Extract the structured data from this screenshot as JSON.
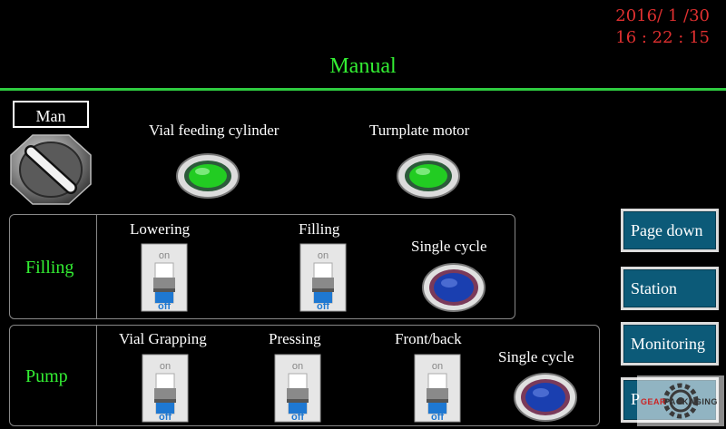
{
  "header": {
    "date": "2016/ 1 /30",
    "time": "16 : 22 : 15",
    "title": "Manual"
  },
  "mode": {
    "label": "Man"
  },
  "indicators": [
    {
      "label": "Vial feeding cylinder",
      "color": "#22cc22"
    },
    {
      "label": "Turnplate motor",
      "color": "#22cc22"
    }
  ],
  "filling_panel": {
    "title": "Filling",
    "switches": [
      {
        "label": "Lowering",
        "on_text": "on",
        "off_text": "off",
        "state": "off"
      },
      {
        "label": "Filling",
        "on_text": "on",
        "off_text": "off",
        "state": "off"
      }
    ],
    "button_label": "Single cycle"
  },
  "pump_panel": {
    "title": "Pump",
    "switches": [
      {
        "label": "Vial Grapping",
        "on_text": "on",
        "off_text": "off",
        "state": "off"
      },
      {
        "label": "Pressing",
        "on_text": "on",
        "off_text": "off",
        "state": "off"
      },
      {
        "label": "Front/back",
        "on_text": "on",
        "off_text": "off",
        "state": "off"
      }
    ],
    "button_label": "Single cycle"
  },
  "nav": {
    "page_down": "Page down",
    "station": "Station",
    "monitoring": "Monitoring",
    "partial": "P"
  },
  "watermark": {
    "text_a": "GEAR",
    "text_b": "PACKAGING"
  },
  "colors": {
    "accent_green": "#33ee33",
    "clock_red": "#e03030",
    "nav_button": "#0c5a78",
    "toggle_blue": "#1e78d2"
  }
}
